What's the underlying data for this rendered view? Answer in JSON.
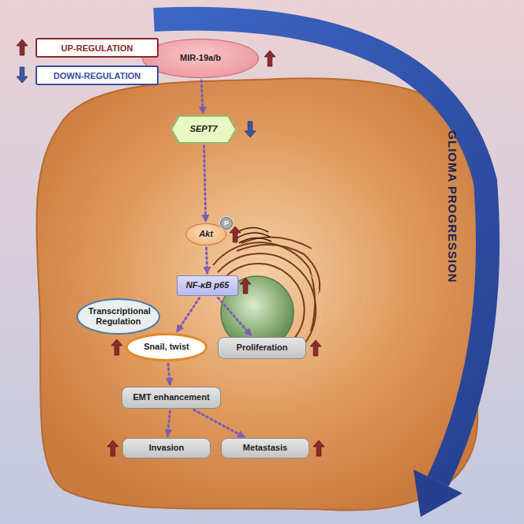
{
  "diagram": {
    "nodes": [
      {
        "text": [
          "MIR-19a/b"
        ]
      },
      {
        "text": [
          "SEPT7"
        ]
      },
      {
        "text": [
          "Akt"
        ]
      },
      {
        "text": [
          "P"
        ],
        "in": 2
      },
      {
        "text": [
          "NF-κB p65"
        ]
      },
      {
        "text": [
          "Transcriptional Regulation"
        ]
      },
      {
        "text": [
          "Snail, twist"
        ]
      },
      {
        "text": [
          "Proliferation"
        ]
      },
      {
        "text": [
          "EMT enhancement"
        ]
      },
      {
        "text": [
          "Invasion"
        ]
      },
      {
        "text": [
          "Metastasis"
        ]
      }
    ],
    "edges": [
      {
        "from": 0,
        "to": 1,
        "arrow": "to"
      },
      {
        "from": 1,
        "to": 2,
        "arrow": "to"
      },
      {
        "from": 2,
        "to": 4,
        "arrow": "to"
      },
      {
        "from": 4,
        "to": 6,
        "arrow": "to"
      },
      {
        "from": 4,
        "to": 7,
        "arrow": "to"
      },
      {
        "from": 6,
        "to": 8,
        "arrow": "to"
      },
      {
        "from": 8,
        "to": 9,
        "arrow": "to"
      },
      {
        "from": 8,
        "to": 10,
        "arrow": "to"
      }
    ],
    "labels": [
      "GLIOMA PROGRESSION"
    ],
    "legend": [
      {
        "text": "UP-REGULATION"
      },
      {
        "text": "DOWN-REGULATION"
      }
    ]
  }
}
